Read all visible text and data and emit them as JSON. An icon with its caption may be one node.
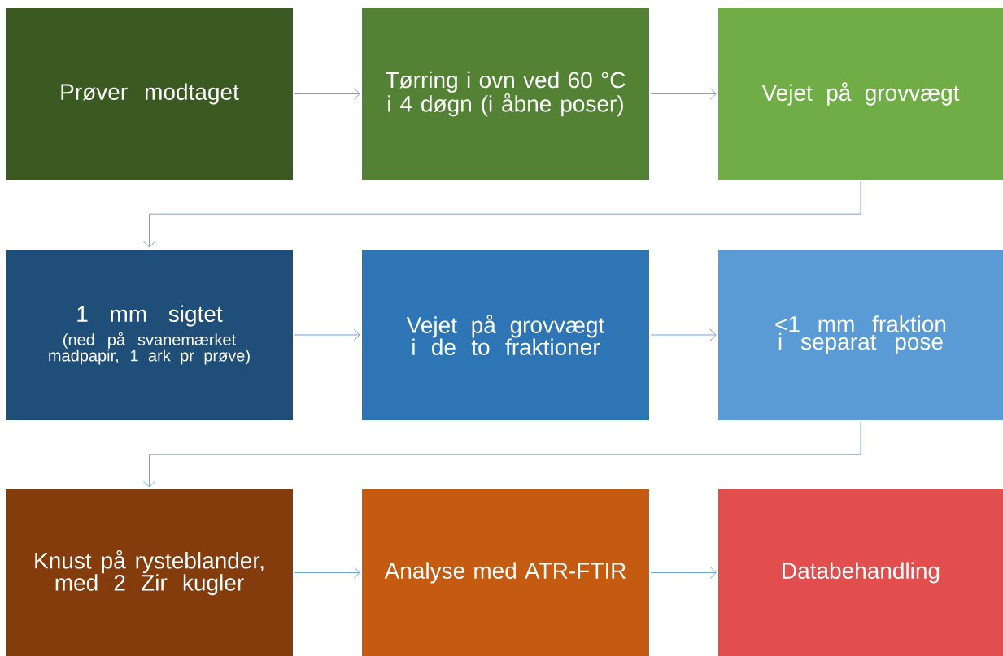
{
  "diagram": {
    "nodes": [
      {
        "text": [
          "Prøver modtaget"
        ]
      },
      {
        "text": [
          "Tørring i ovn ved 60 °C i 4 døgn (i åbne poser)"
        ]
      },
      {
        "text": [
          "Vejet på grovvægt"
        ]
      },
      {
        "text": [
          "1 mm sigtet",
          "(ned på svanemærket madpapir, 1 ark pr prøve)"
        ]
      },
      {
        "text": [
          "Vejet på grovvægt i de to fraktioner"
        ]
      },
      {
        "text": [
          "<1 mm fraktion i separat pose"
        ]
      },
      {
        "text": [
          "Knust på rysteblander, med 2 Zir kugler"
        ]
      },
      {
        "text": [
          "Analyse med ATR-FTIR"
        ]
      },
      {
        "text": [
          "Databehandling"
        ]
      }
    ],
    "edges": [
      {
        "from": 0,
        "to": 1,
        "arrow": "to"
      },
      {
        "from": 1,
        "to": 2,
        "arrow": "to"
      },
      {
        "from": 2,
        "to": 3,
        "arrow": "to"
      },
      {
        "from": 3,
        "to": 4,
        "arrow": "to"
      },
      {
        "from": 4,
        "to": 5,
        "arrow": "to"
      },
      {
        "from": 5,
        "to": 6,
        "arrow": "to"
      },
      {
        "from": 6,
        "to": 7,
        "arrow": "to"
      },
      {
        "from": 7,
        "to": 8,
        "arrow": "to"
      }
    ]
  }
}
